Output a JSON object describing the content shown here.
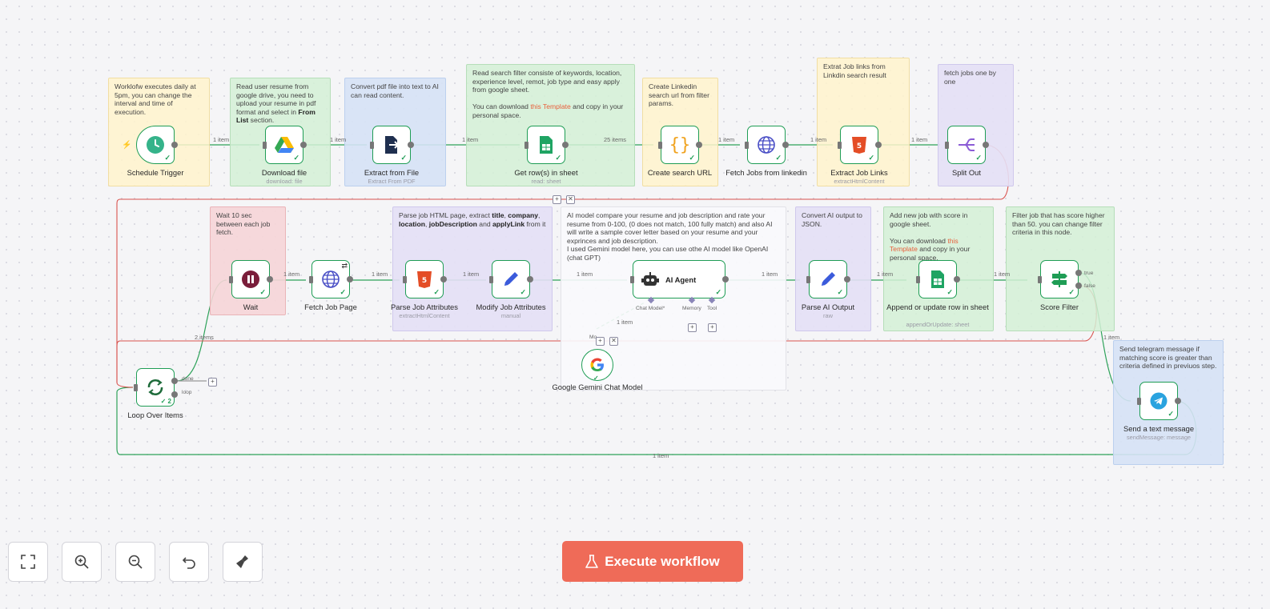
{
  "notes": {
    "schedule": "Worklofw executes daily at 5pm, you can change the interval and time of execution.",
    "download_1": "Read user resume from google drive, you need to upload your resume in pdf format and select in ",
    "download_bold": "From List",
    "download_2": " section.",
    "extract": "Convert pdf file into text to AI can read content.",
    "getrows_1": "Read search filter consiste of keywords, location, experience level, remot, job type and easy apply from google sheet.",
    "getrows_2": "You can download ",
    "getrows_link": "this Template",
    "getrows_3": " and copy in your personal space.",
    "searchurl": "Create Linkedin search url from filter params.",
    "joblinks": "Extrat Job links from Linkdin search result",
    "splitout": "fetch jobs one by one",
    "wait": "Wait 10 sec between each job fetch.",
    "parse_1": "Parse job HTML page, extract ",
    "parse_title": "title",
    "parse_company": "company",
    "parse_location": "location",
    "parse_desc": "jobDescription",
    "parse_and": " and ",
    "parse_apply": "applyLink",
    "parse_end": " from it",
    "ai": "AI model compare your resume and job description and rate your resume from 0-100, (0 does not match, 100 fully match) and also AI will write a sample cover letter based on your resume and your exprinces and job description.\nI used Gemini model here, you can use othe AI model like OpenAI (chat GPT)",
    "convert": "Convert AI output to JSON.",
    "append_1": "Add new job with score in google sheet.",
    "append_2": "You can download ",
    "append_link": "this Template",
    "append_3": " and copy in your personal space.",
    "filter": "Filter job that has score higher than 50. you can change filter criteria in this node.",
    "telegram": "Send telegram message if matching score is greater than criteria defined in previuos step."
  },
  "nodes": {
    "schedule": {
      "label": "Schedule Trigger"
    },
    "download": {
      "label": "Download file",
      "sub": "download: file"
    },
    "extract": {
      "label": "Extract from File",
      "sub": "Extract From PDF"
    },
    "getrows": {
      "label": "Get row(s) in sheet",
      "sub": "read: sheet"
    },
    "searchurl": {
      "label": "Create search URL"
    },
    "fetchjobs": {
      "label": "Fetch Jobs from linkedin"
    },
    "joblinks": {
      "label": "Extract Job Links",
      "sub": "extractHtmlContent"
    },
    "splitout": {
      "label": "Split Out"
    },
    "wait": {
      "label": "Wait"
    },
    "fetchpage": {
      "label": "Fetch Job Page"
    },
    "parseattr": {
      "label": "Parse Job Attributes",
      "sub": "extractHtmlContent"
    },
    "modifyattr": {
      "label": "Modify Job Attributes",
      "sub": "manual"
    },
    "agent": {
      "label": "AI Agent",
      "chat_model": "Chat Model*",
      "memory": "Memory",
      "tool": "Tool"
    },
    "gemini": {
      "label": "Google Gemini Chat Model"
    },
    "parseai": {
      "label": "Parse AI Output",
      "sub": "raw"
    },
    "append": {
      "label": "Append or update row in sheet",
      "sub": "appendOrUpdate: sheet"
    },
    "scorefilter": {
      "label": "Score Filter",
      "true_label": "true",
      "false_label": "false"
    },
    "loop": {
      "label": "Loop Over Items",
      "done_label": "done",
      "loop_label": "loop",
      "count": "2"
    },
    "telegram": {
      "label": "Send a text message",
      "sub": "sendMessage: message"
    }
  },
  "edges": {
    "e1": "1 item",
    "e2": "1 item",
    "e3": "1 item",
    "e4": "25 items",
    "e5": "1 item",
    "e6": "1 item",
    "e7": "1 item",
    "e8": "1 item",
    "e9": "1 item",
    "e10": "1 item",
    "e11": "1 item",
    "e12": "1 item",
    "e13": "1 item",
    "e14": "1 item",
    "e15": "1 item",
    "e16": "1 item",
    "e17": "2 items",
    "e18": "1 item",
    "e19": "1 item",
    "e20": "Mo"
  },
  "controls": {
    "execute_label": "Execute workflow",
    "fit_icon": "fit-view-icon",
    "zoom_in_icon": "zoom-in-icon",
    "zoom_out_icon": "zoom-out-icon",
    "undo_icon": "undo-icon",
    "clean_icon": "tidy-up-icon"
  },
  "colors": {
    "success": "#1f9d55",
    "execute": "#ef6b58",
    "error_edge": "#d9534f"
  }
}
